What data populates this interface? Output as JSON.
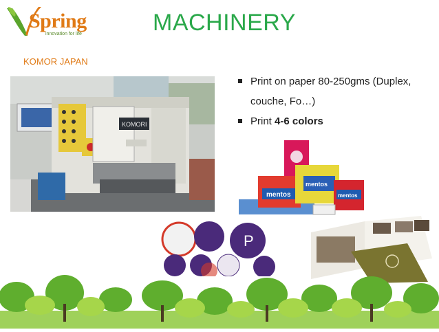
{
  "logo": {
    "name": "Spring",
    "tagline": "innovation for life"
  },
  "header": {
    "title": "MACHINERY"
  },
  "section": {
    "label": "KOMOR JAPAN"
  },
  "bullets": [
    {
      "text": "Print on paper 80-250gms (Duplex, couche, Fo…)"
    },
    {
      "prefix": "Print ",
      "bold": "4-6 colors"
    }
  ],
  "photos": {
    "machine": {
      "brand": "KOMORI"
    },
    "packaging": {
      "labels": [
        "mentos",
        "mentos",
        "mentos"
      ]
    }
  },
  "colors": {
    "title": "#2aa84a",
    "accent": "#e07a16",
    "tree_green": "#7cbf3a"
  }
}
